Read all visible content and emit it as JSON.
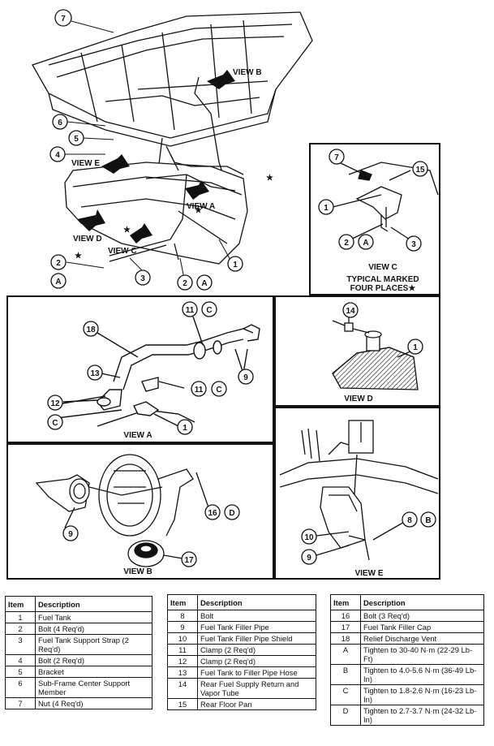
{
  "diagram": {
    "callouts": {
      "top": [
        "7",
        "6",
        "5",
        "4",
        "2",
        "A",
        "3",
        "2",
        "A",
        "1"
      ],
      "view_c": [
        "7",
        "15",
        "1",
        "2",
        "A",
        "3"
      ],
      "view_a": [
        "18",
        "11",
        "C",
        "13",
        "9",
        "12",
        "C",
        "11",
        "C",
        "1"
      ],
      "view_d": [
        "14",
        "1"
      ],
      "view_b": [
        "9",
        "16",
        "D",
        "17"
      ],
      "view_e": [
        "8",
        "B",
        "10",
        "9"
      ]
    },
    "labels": {
      "view_a": "VIEW A",
      "view_b": "VIEW B",
      "view_c": "VIEW C",
      "view_d": "VIEW D",
      "view_e": "VIEW E",
      "typical_line1": "TYPICAL MARKED",
      "typical_line2": "FOUR PLACES★",
      "star": "★"
    }
  },
  "legend": {
    "header_item": "Item",
    "header_desc": "Description",
    "table1": [
      {
        "item": "1",
        "desc": "Fuel Tank"
      },
      {
        "item": "2",
        "desc": "Bolt (4 Req'd)"
      },
      {
        "item": "3",
        "desc": "Fuel Tank Support Strap (2 Req'd)"
      },
      {
        "item": "4",
        "desc": "Bolt (2 Req'd)"
      },
      {
        "item": "5",
        "desc": "Bracket"
      },
      {
        "item": "6",
        "desc": "Sub-Frame Center Support Member"
      },
      {
        "item": "7",
        "desc": "Nut (4 Req'd)"
      }
    ],
    "table2": [
      {
        "item": "8",
        "desc": "Bolt"
      },
      {
        "item": "9",
        "desc": "Fuel Tank Filler Pipe"
      },
      {
        "item": "10",
        "desc": "Fuel Tank Filler Pipe Shield"
      },
      {
        "item": "11",
        "desc": "Clamp (2 Req'd)"
      },
      {
        "item": "12",
        "desc": "Clamp (2 Req'd)"
      },
      {
        "item": "13",
        "desc": "Fuel Tank to Filler Pipe Hose"
      },
      {
        "item": "14",
        "desc": "Rear Fuel Supply Return and Vapor Tube"
      },
      {
        "item": "15",
        "desc": "Rear Floor Pan"
      }
    ],
    "table3": [
      {
        "item": "16",
        "desc": "Bolt (3 Req'd)"
      },
      {
        "item": "17",
        "desc": "Fuel Tank Filler Cap"
      },
      {
        "item": "18",
        "desc": "Relief Discharge Vent"
      },
      {
        "item": "A",
        "desc": "Tighten to 30-40 N·m (22-29 Lb-Ft)"
      },
      {
        "item": "B",
        "desc": "Tighten to 4.0-5.6 N·m (36-49 Lb-In)"
      },
      {
        "item": "C",
        "desc": "Tighten to 1.8-2.6 N·m (16-23 Lb-In)"
      },
      {
        "item": "D",
        "desc": "Tighten to 2.7-3.7 N·m (24-32 Lb-In)"
      }
    ]
  }
}
